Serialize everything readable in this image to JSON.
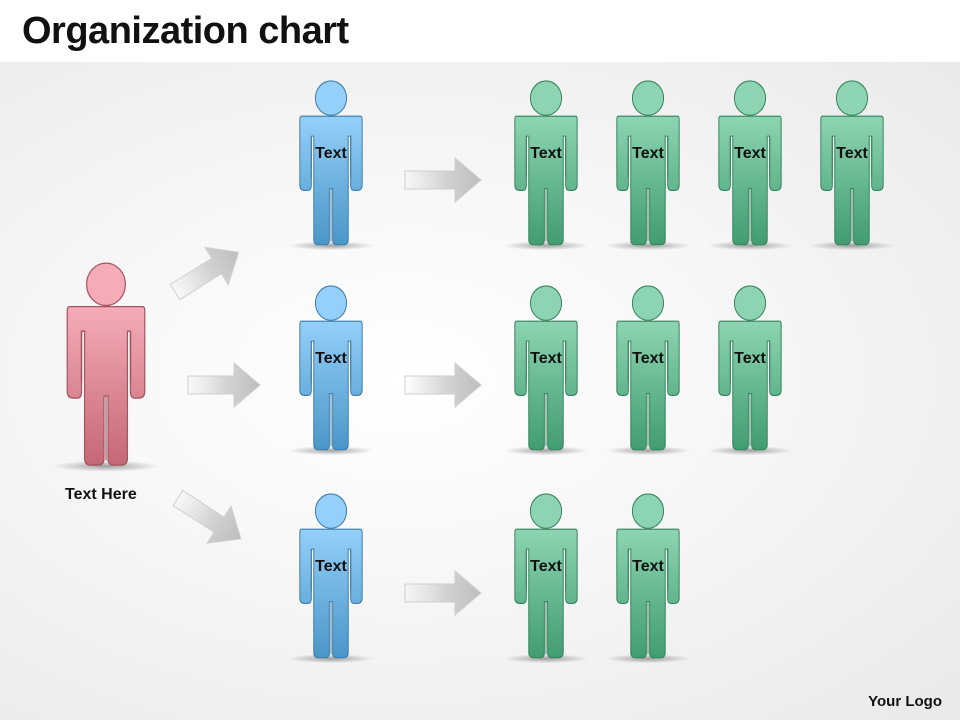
{
  "title": "Organization chart",
  "root": {
    "label": "Text Here",
    "color": "#f07f8f"
  },
  "managers": [
    {
      "label": "Text",
      "color": "#5ab7f5",
      "reports": [
        "Text",
        "Text",
        "Text",
        "Text"
      ]
    },
    {
      "label": "Text",
      "color": "#5ab7f5",
      "reports": [
        "Text",
        "Text",
        "Text"
      ]
    },
    {
      "label": "Text",
      "color": "#5ab7f5",
      "reports": [
        "Text",
        "Text"
      ]
    }
  ],
  "report_color": "#4fbf88",
  "logo": "Your Logo"
}
